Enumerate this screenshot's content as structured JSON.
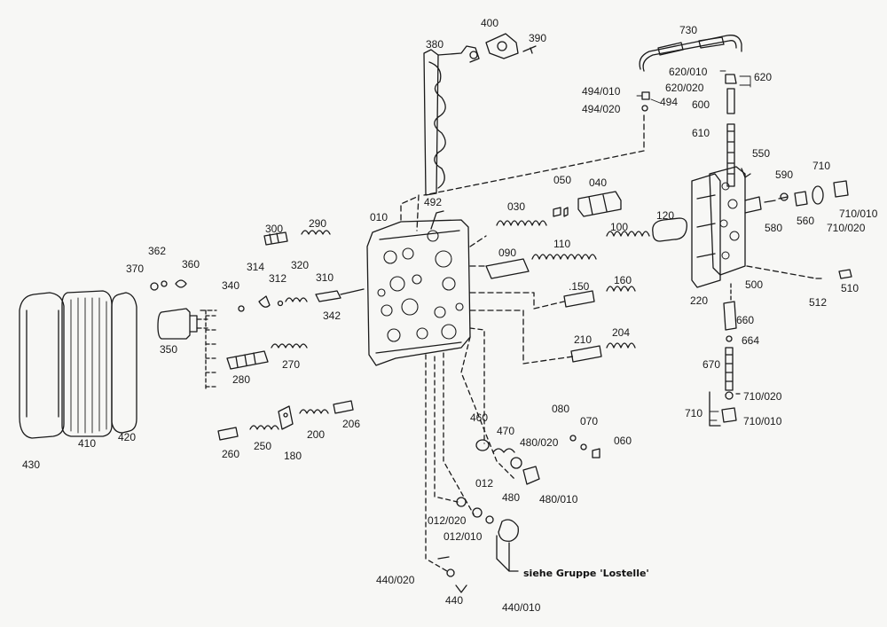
{
  "diagram": {
    "colors": {
      "ink": "#1a1a1a",
      "paper": "#f7f7f5"
    },
    "labels": [
      {
        "id": "p010",
        "text": "010"
      },
      {
        "id": "p012",
        "text": "012"
      },
      {
        "id": "p012_010",
        "text": "012/010"
      },
      {
        "id": "p012_020",
        "text": "012/020"
      },
      {
        "id": "p030",
        "text": "030"
      },
      {
        "id": "p040",
        "text": "040"
      },
      {
        "id": "p050",
        "text": "050"
      },
      {
        "id": "p060",
        "text": "060"
      },
      {
        "id": "p070",
        "text": "070"
      },
      {
        "id": "p080",
        "text": "080"
      },
      {
        "id": "p090",
        "text": "090"
      },
      {
        "id": "p100",
        "text": "100"
      },
      {
        "id": "p110",
        "text": "110"
      },
      {
        "id": "p120",
        "text": "120"
      },
      {
        "id": "p150",
        "text": ".150"
      },
      {
        "id": "p160",
        "text": "160"
      },
      {
        "id": "p180",
        "text": "180"
      },
      {
        "id": "p200",
        "text": "200"
      },
      {
        "id": "p204",
        "text": "204"
      },
      {
        "id": "p206",
        "text": "206"
      },
      {
        "id": "p210",
        "text": "210"
      },
      {
        "id": "p220",
        "text": "220"
      },
      {
        "id": "p250",
        "text": "250"
      },
      {
        "id": "p260",
        "text": "260"
      },
      {
        "id": "p270",
        "text": "270"
      },
      {
        "id": "p280",
        "text": "280"
      },
      {
        "id": "p290",
        "text": "290"
      },
      {
        "id": "p300",
        "text": "300"
      },
      {
        "id": "p310",
        "text": "310"
      },
      {
        "id": "p312",
        "text": "312"
      },
      {
        "id": "p314",
        "text": "314"
      },
      {
        "id": "p320",
        "text": "320"
      },
      {
        "id": "p340",
        "text": "340"
      },
      {
        "id": "p342",
        "text": "342"
      },
      {
        "id": "p350",
        "text": "350"
      },
      {
        "id": "p360",
        "text": "360"
      },
      {
        "id": "p362",
        "text": "362"
      },
      {
        "id": "p370",
        "text": "370"
      },
      {
        "id": "p380",
        "text": "380"
      },
      {
        "id": "p390",
        "text": "390"
      },
      {
        "id": "p400",
        "text": "400"
      },
      {
        "id": "p410",
        "text": "410"
      },
      {
        "id": "p420",
        "text": "420"
      },
      {
        "id": "p430",
        "text": "430"
      },
      {
        "id": "p440",
        "text": "440"
      },
      {
        "id": "p440_010",
        "text": "440/010"
      },
      {
        "id": "p440_020",
        "text": "440/020"
      },
      {
        "id": "p460",
        "text": "460"
      },
      {
        "id": "p470",
        "text": "470"
      },
      {
        "id": "p480",
        "text": "480"
      },
      {
        "id": "p480_010",
        "text": "480/010"
      },
      {
        "id": "p480_020",
        "text": "480/020"
      },
      {
        "id": "p492",
        "text": "492"
      },
      {
        "id": "p494",
        "text": "494"
      },
      {
        "id": "p494_010",
        "text": "494/010"
      },
      {
        "id": "p494_020",
        "text": "494/020"
      },
      {
        "id": "p500",
        "text": "500"
      },
      {
        "id": "p510",
        "text": "510"
      },
      {
        "id": "p512",
        "text": "512"
      },
      {
        "id": "p550",
        "text": "550"
      },
      {
        "id": "p560",
        "text": "560"
      },
      {
        "id": "p580",
        "text": "580"
      },
      {
        "id": "p590",
        "text": "590"
      },
      {
        "id": "p600",
        "text": "600"
      },
      {
        "id": "p610",
        "text": "610"
      },
      {
        "id": "p620",
        "text": "620"
      },
      {
        "id": "p620_010",
        "text": "620/010"
      },
      {
        "id": "p620_020",
        "text": "620/020"
      },
      {
        "id": "p660",
        "text": "660"
      },
      {
        "id": "p664",
        "text": "664"
      },
      {
        "id": "p670",
        "text": "670"
      },
      {
        "id": "p710a",
        "text": "710"
      },
      {
        "id": "p710_010a",
        "text": "710/010"
      },
      {
        "id": "p710_020a",
        "text": "710/020"
      },
      {
        "id": "p710b",
        "text": "710"
      },
      {
        "id": "p710_010b",
        "text": "710/010"
      },
      {
        "id": "p710_020b",
        "text": "710/020"
      },
      {
        "id": "p730",
        "text": "730"
      }
    ],
    "note": "siehe Gruppe 'Lostelle'"
  }
}
